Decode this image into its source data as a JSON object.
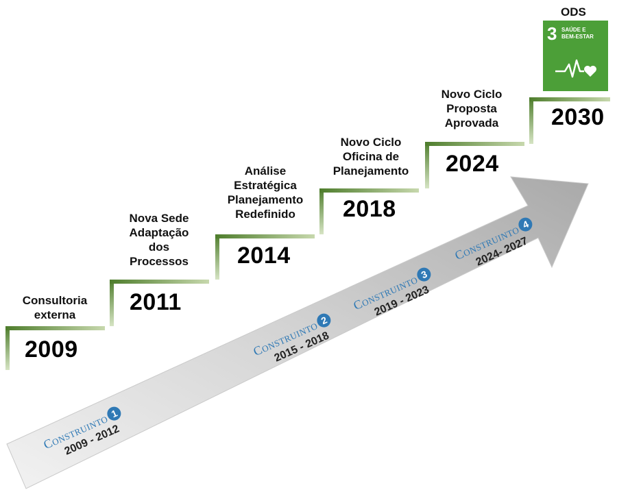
{
  "ods": {
    "title": "ODS",
    "number": "3",
    "line1": "SAÚDE E",
    "line2": "BEM-ESTAR",
    "color": "#4c9f38",
    "icon": "heartbeat-icon"
  },
  "milestones": [
    {
      "year": "2009",
      "lines": [
        "Consultoria",
        "externa"
      ]
    },
    {
      "year": "2011",
      "lines": [
        "Nova Sede",
        "Adaptação",
        "dos",
        "Processos"
      ]
    },
    {
      "year": "2014",
      "lines": [
        "Análise",
        "Estratégica",
        "Planejamento",
        "Redefinido"
      ]
    },
    {
      "year": "2018",
      "lines": [
        "Novo Ciclo",
        "Oficina de",
        "Planejamento"
      ]
    },
    {
      "year": "2024",
      "lines": [
        "Novo Ciclo",
        "Proposta",
        "Aprovada"
      ]
    },
    {
      "year": "2030",
      "lines": []
    }
  ],
  "cycles": [
    {
      "brand": "Construinto",
      "number": "1",
      "period": "2009 - 2012"
    },
    {
      "brand": "Construinto",
      "number": "2",
      "period": "2015 - 2018"
    },
    {
      "brand": "Construinto",
      "number": "3",
      "period": "2019 - 2023"
    },
    {
      "brand": "Construinto",
      "number": "4",
      "period": "2024- 2027"
    }
  ],
  "colors": {
    "green": "#4e7d2c",
    "brand_blue": "#2f79b5",
    "arrow_gray": "#b9b9b9"
  }
}
